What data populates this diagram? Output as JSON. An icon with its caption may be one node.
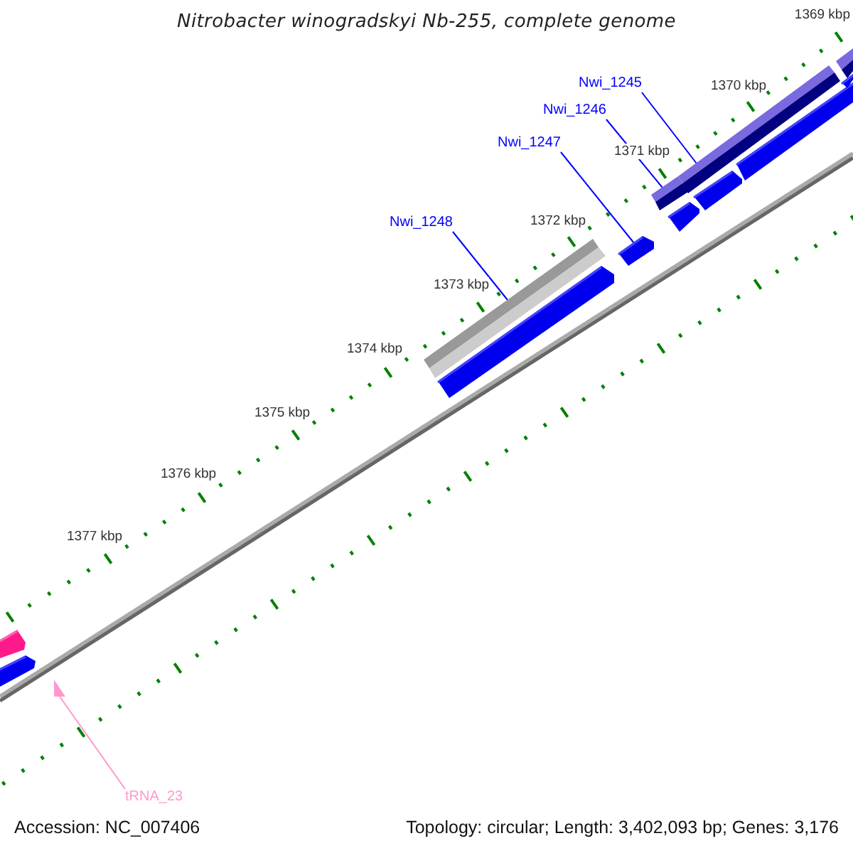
{
  "diagram": {
    "title": "Nitrobacter winogradskyi Nb-255, complete genome",
    "nodes": [
      {
        "text": [
          "Nwi_1245"
        ]
      },
      {
        "text": [
          "Nwi_1246"
        ]
      },
      {
        "text": [
          "Nwi_1247"
        ]
      },
      {
        "text": [
          "Nwi_1248"
        ]
      },
      {
        "text": [
          "tRNA_23"
        ]
      },
      {
        "text": [],
        "shape": "bar"
      },
      {
        "text": [],
        "shape": "bar"
      },
      {
        "text": [],
        "shape": "triangle"
      },
      {
        "text": [],
        "shape": "bar"
      },
      {
        "text": [],
        "shape": "bar"
      },
      {
        "text": [],
        "shape": "bar"
      },
      {
        "text": [],
        "shape": "bar"
      },
      {
        "text": [],
        "shape": "bar"
      },
      {
        "text": [],
        "shape": "bar"
      },
      {
        "text": [],
        "shape": "bar"
      },
      {
        "text": [],
        "shape": "bar"
      },
      {
        "text": [],
        "shape": "bar"
      },
      {
        "text": [],
        "shape": "bar"
      }
    ],
    "edges": [
      {
        "from": 0,
        "to": 13,
        "arrow": "none"
      },
      {
        "from": 1,
        "to": 11,
        "arrow": "none"
      },
      {
        "from": 2,
        "to": 10,
        "arrow": "none"
      },
      {
        "from": 3,
        "to": 8,
        "arrow": "none"
      },
      {
        "from": 4,
        "to": 7,
        "arrow": "none",
        "color": "#ff99cc"
      }
    ],
    "labels": [
      "1369 kbp",
      "1370 kbp",
      "1371 kbp",
      "1372 kbp",
      "1373 kbp",
      "1374 kbp",
      "1375 kbp",
      "1376 kbp",
      "1377 kbp",
      "Accession: NC_007406",
      "Topology: circular; Length: 3,402,093 bp; Genes: 3,176"
    ]
  }
}
